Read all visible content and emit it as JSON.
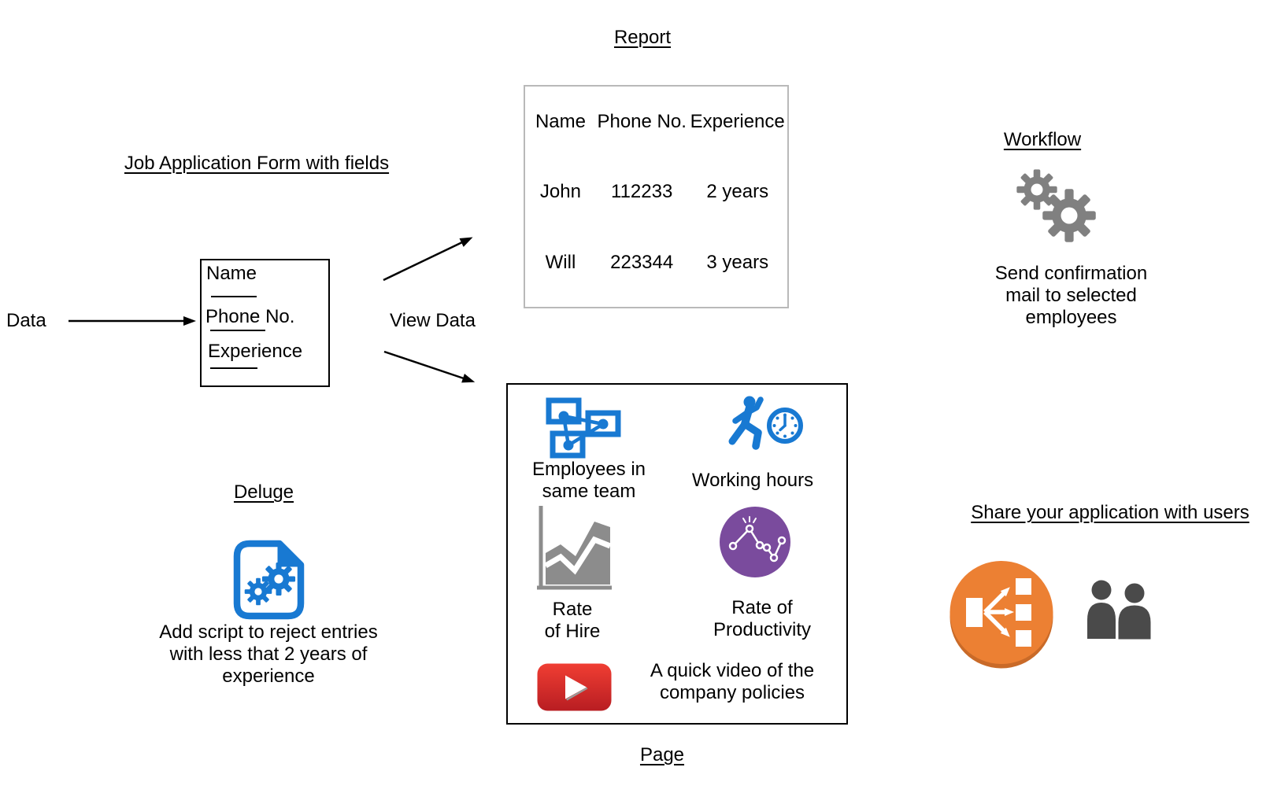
{
  "labels": {
    "data": "Data",
    "view_data": "View Data"
  },
  "form": {
    "title": "Job Application Form with fields",
    "fields": [
      "Name",
      "Phone No.",
      "Experience"
    ]
  },
  "report": {
    "title": "Report",
    "columns": [
      "Name",
      "Phone No.",
      "Experience"
    ],
    "rows": [
      {
        "name": "John",
        "phone": "112233",
        "experience": "2 years"
      },
      {
        "name": "Will",
        "phone": "223344",
        "experience": "3 years"
      }
    ]
  },
  "workflow": {
    "title": "Workflow",
    "icon": "gears-icon",
    "description": "Send confirmation\nmail to selected\nemployees"
  },
  "deluge": {
    "title": "Deluge",
    "icon": "script-file-gears-icon",
    "description": "Add script to reject entries\nwith less that 2 years of\nexperience"
  },
  "page": {
    "title": "Page",
    "items": [
      {
        "icon": "team-network-icon",
        "label": "Employees in\nsame team"
      },
      {
        "icon": "runner-clock-icon",
        "label": "Working hours"
      },
      {
        "icon": "area-chart-icon",
        "label": "Rate\nof Hire"
      },
      {
        "icon": "scatter-line-chart-icon",
        "label": "Rate of\nProductivity"
      },
      {
        "icon": "youtube-play-icon",
        "label": "A quick video of the\ncompany policies"
      }
    ]
  },
  "share": {
    "title": "Share your application with users",
    "icons": [
      "load-balancer-icon",
      "users-icon"
    ]
  },
  "colors": {
    "icon_blue": "#1879d2",
    "gear_gray": "#808080",
    "chart_gray": "#8c8c8c",
    "productivity_purple": "#7a4b9d",
    "youtube_red_top": "#f03e33",
    "youtube_red_bottom": "#b81d22",
    "share_orange": "#ec8033",
    "share_orange_rim": "#c96a28",
    "users_gray": "#4a4a4a",
    "table_border_gray": "#b9b9b9"
  }
}
